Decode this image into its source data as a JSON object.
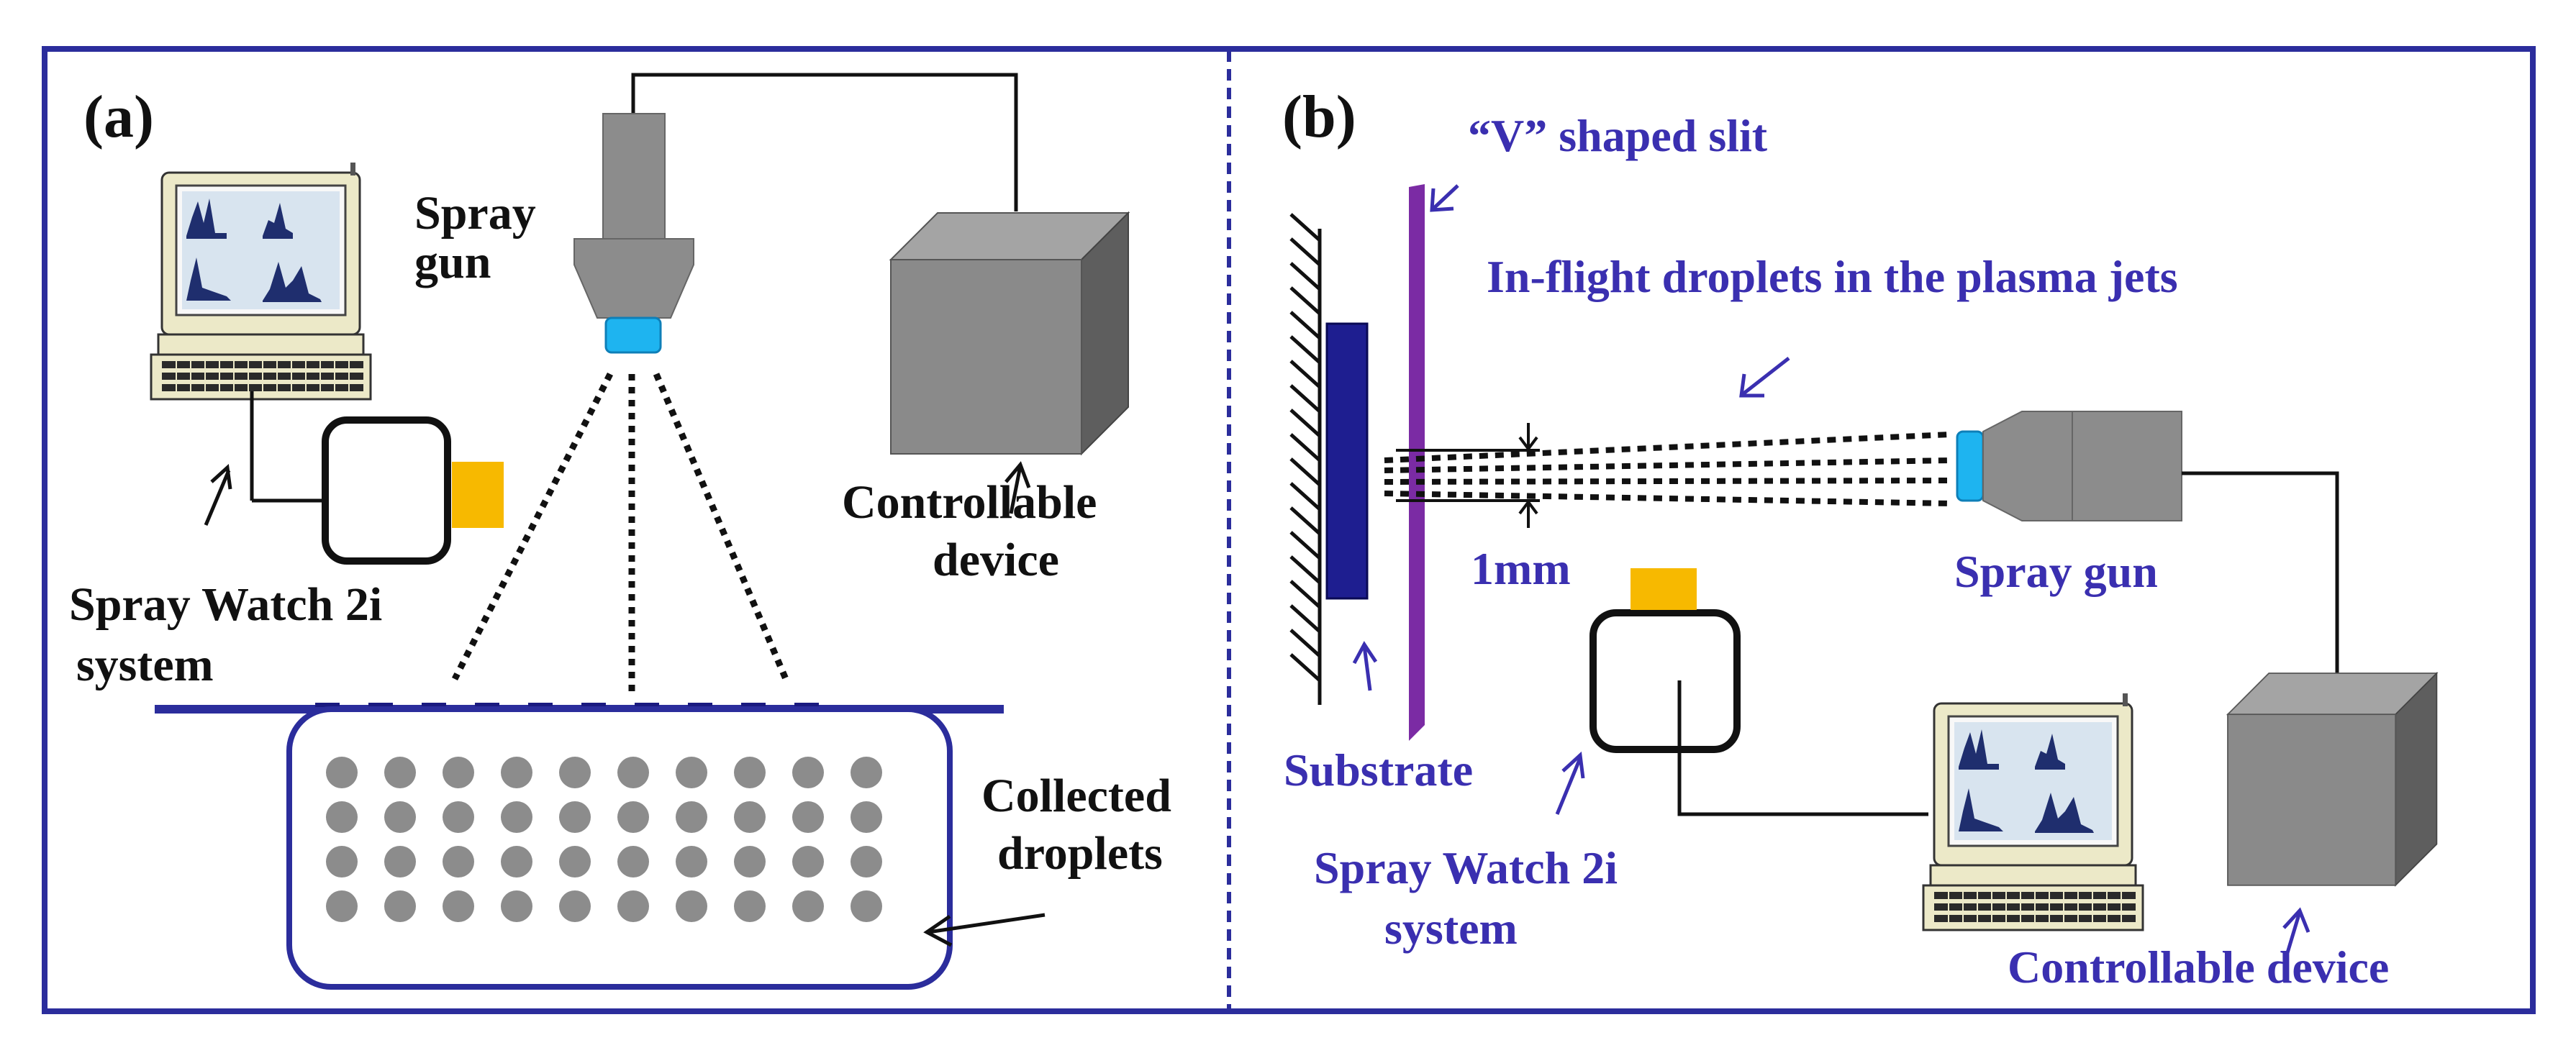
{
  "colors": {
    "frame": "#2b2d9c",
    "label_blue": "#3a2fb0",
    "gray_body": "#8c8c8c",
    "gray_dark": "#5c5c5c",
    "nozzle_blue": "#1eb4f0",
    "camera_orange": "#f7b900",
    "substrate": "#1e1e90",
    "slit": "#7b2ba4"
  },
  "panel_a": {
    "tag": "(a)",
    "spray_gun_line1": "Spray",
    "spray_gun_line2": "gun",
    "device_line1": "Controllable",
    "device_line2": "device",
    "spray_watch_line1": "Spray Watch 2i",
    "spray_watch_line2": "system",
    "collected_line1": "Collected",
    "collected_line2": "droplets",
    "droplet_rows": 4,
    "droplet_cols": 10
  },
  "panel_b": {
    "tag": "(b)",
    "slit_label": "“V” shaped slit",
    "inflight_label": "In-flight droplets in the plasma jets",
    "gap_label": "1mm",
    "spray_gun_label": "Spray gun",
    "substrate_label": "Substrate",
    "spray_watch_line1": "Spray Watch 2i",
    "spray_watch_line2": "system",
    "device_label": "Controllable device"
  },
  "icons": {
    "computer": "computer-monitor-icon",
    "camera": "spraywatch-camera-icon",
    "box": "controllable-device-box-icon",
    "gun": "spray-gun-icon"
  }
}
